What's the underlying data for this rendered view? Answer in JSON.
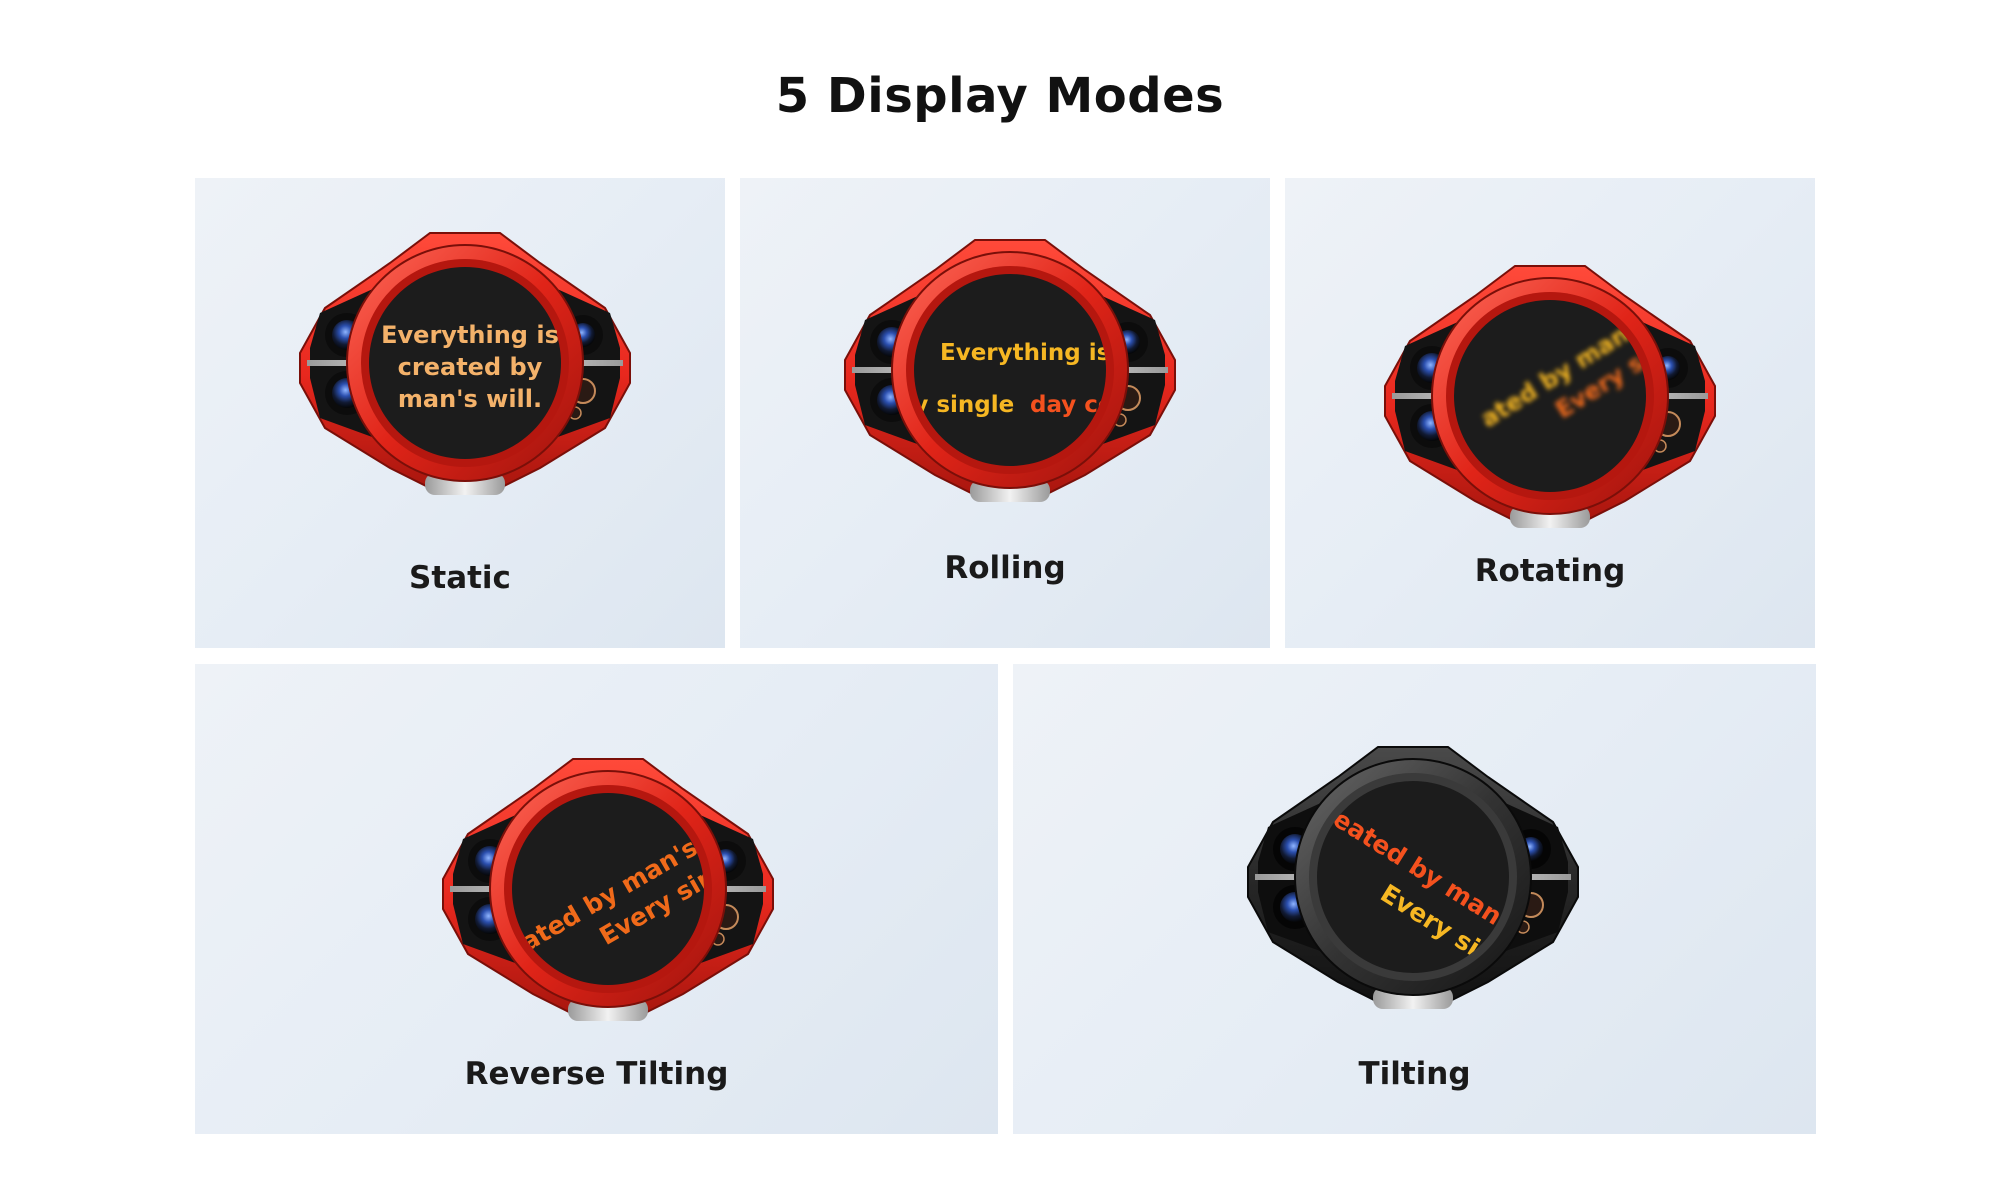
{
  "title": "5 Display Modes",
  "colors": {
    "device_red": "#e8281e",
    "device_red_dark": "#9e130d",
    "device_black": "#2a2a2a",
    "screen": "#1c1c1c",
    "text_peach": "#f4b26a",
    "text_yellow": "#f6b723",
    "text_orange": "#f06a1a",
    "text_red_orange": "#f4511e"
  },
  "modes": [
    {
      "label": "Static",
      "device_color": "red",
      "screen_lines": [
        "Everything is",
        "created by",
        "man's will."
      ]
    },
    {
      "label": "Rolling",
      "device_color": "red",
      "screen_lines": [
        "Everything is c",
        "ry single",
        "day co"
      ]
    },
    {
      "label": "Rotating",
      "device_color": "red",
      "screen_lines": [
        "ated by man's",
        "Every sin"
      ]
    },
    {
      "label": "Reverse Tilting",
      "device_color": "red",
      "screen_lines": [
        "eated by man's",
        "Every sin"
      ]
    },
    {
      "label": "Tilting",
      "device_color": "black",
      "screen_lines": [
        "reated by man's",
        "Every sir"
      ]
    }
  ]
}
